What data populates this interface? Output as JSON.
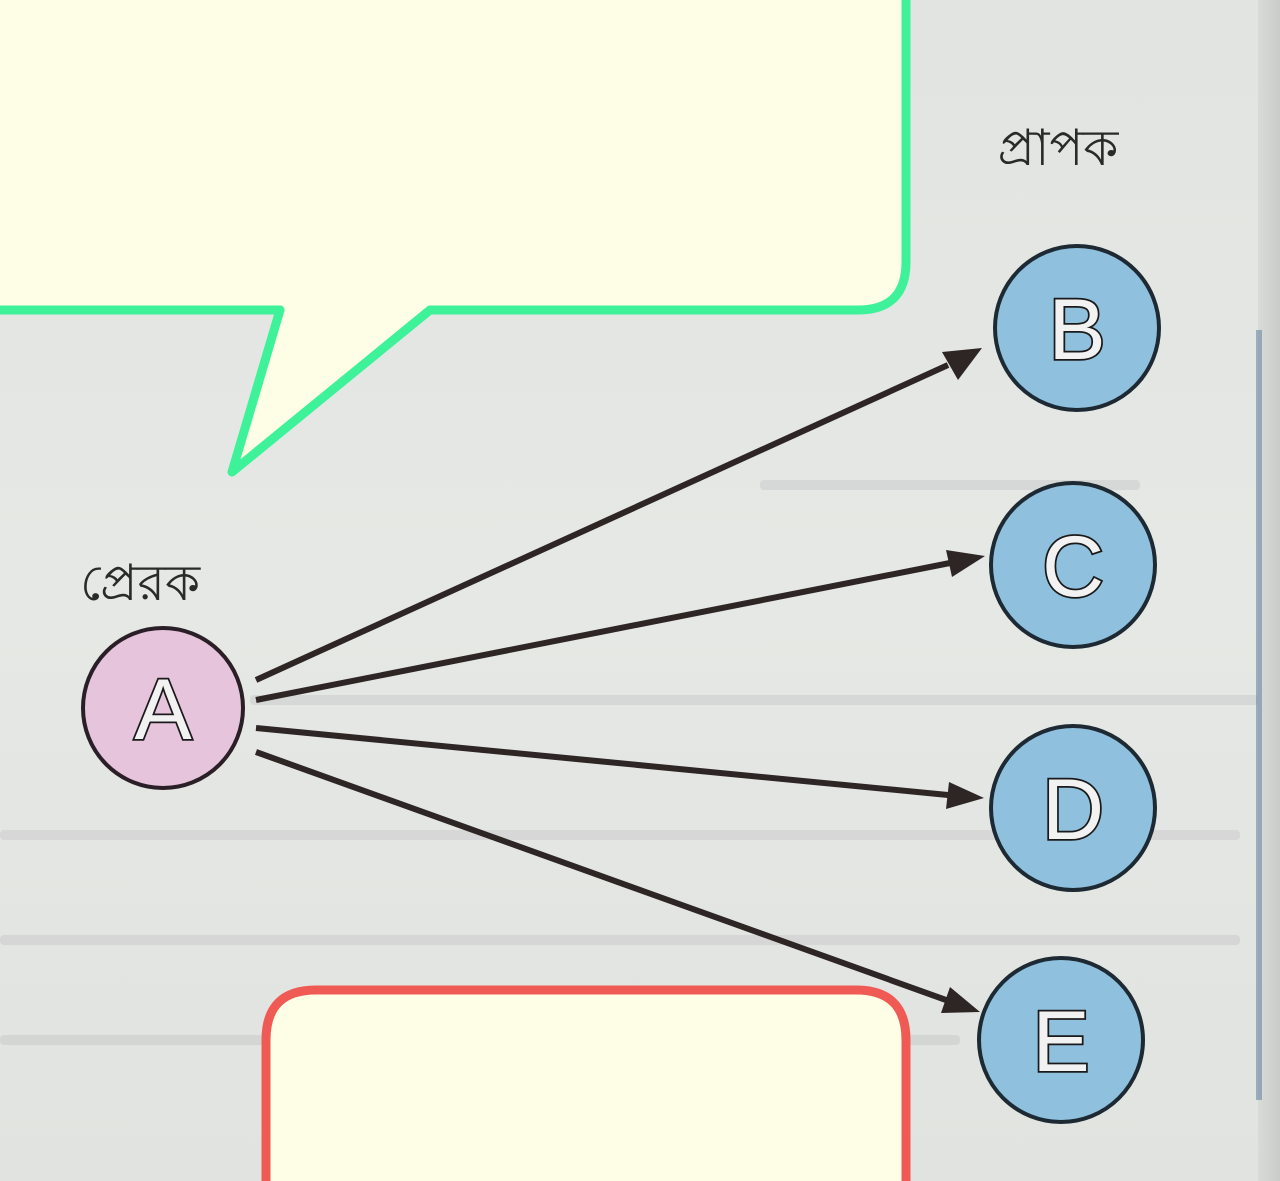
{
  "diagram": {
    "sender": {
      "group_label": "প্রেরক",
      "node": "A",
      "color": "#e6c4dc"
    },
    "receivers": {
      "group_label": "প্রাপক",
      "color": "#8fc0dd",
      "nodes": [
        "B",
        "C",
        "D",
        "E"
      ]
    },
    "edges": [
      {
        "from": "A",
        "to": "B"
      },
      {
        "from": "A",
        "to": "C"
      },
      {
        "from": "A",
        "to": "D"
      },
      {
        "from": "A",
        "to": "E"
      }
    ]
  },
  "overlays": {
    "speech_bubble": {
      "text": "",
      "border_color": "#3ef29a",
      "fill_color": "#fefee6"
    },
    "answer_box": {
      "text": "",
      "border_color": "#f05a55",
      "fill_color": "#fefee6"
    }
  }
}
